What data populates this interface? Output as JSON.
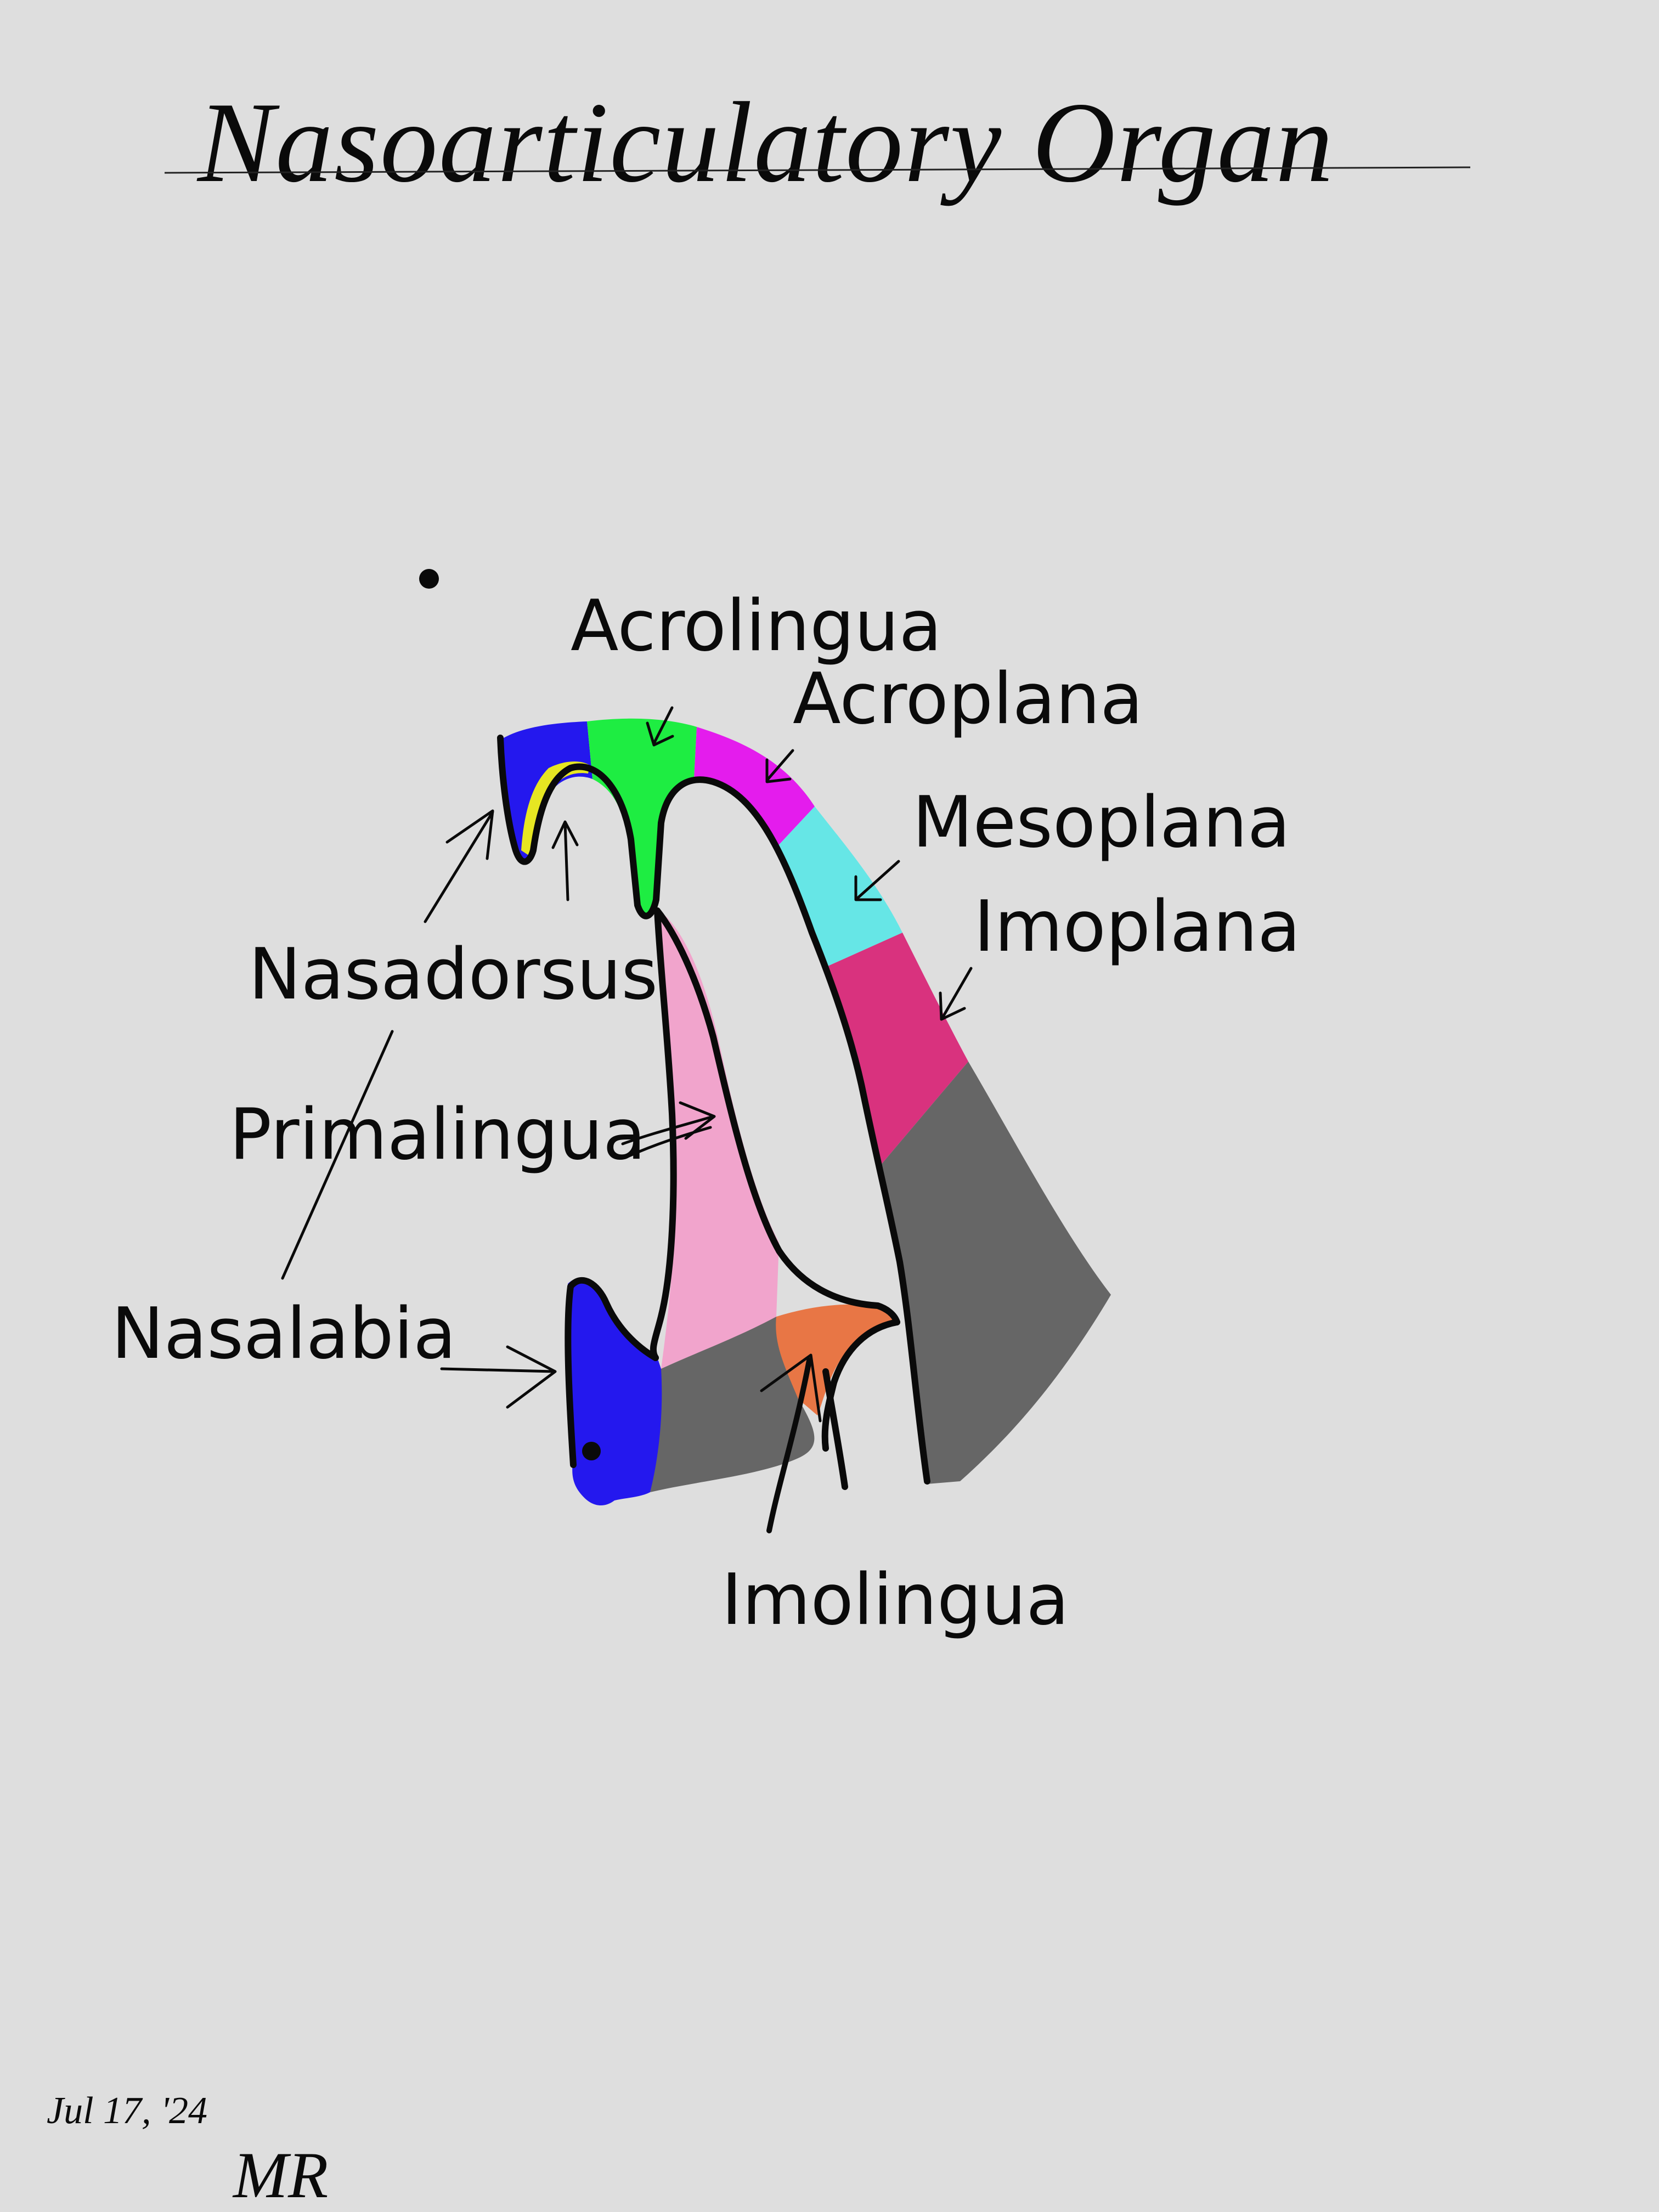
{
  "title": "Nasoarticulatory Organ",
  "date": "Jul 17, '24",
  "signature": "MR",
  "labels": {
    "acrolingua": "Acrolingua",
    "acroplana": "Acroplana",
    "mesoplana": "Mesoplana",
    "imoplana": "Imoplana",
    "nasadorsus": "Nasadorsus",
    "primalingua": "Primalingua",
    "nasalabia": "Nasalabia",
    "imolingua": "Imolingua"
  },
  "colors": {
    "background": "#dedede",
    "nasadorsus": "#2418ee",
    "nasadorsus_inner": "#e6e622",
    "acrolingua": "#1eed42",
    "acroplana": "#e41ced",
    "mesoplana": "#66e6e6",
    "imoplana": "#d9327e",
    "lower_plana": "#666666",
    "primalingua": "#f1a4cc",
    "imolingua": "#e87645",
    "nasalabia": "#2418ee",
    "lower_lingua": "#666666"
  }
}
